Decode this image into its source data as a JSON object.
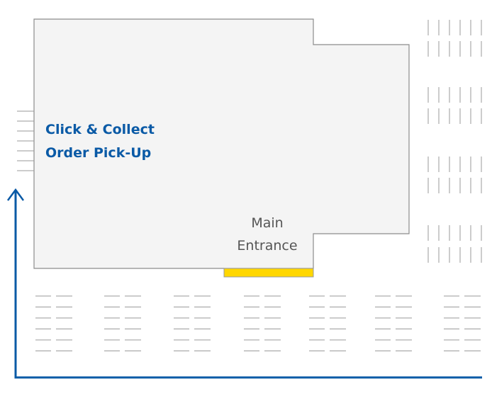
{
  "map": {
    "pickup_label": {
      "line1": "Click & Collect",
      "line2": "Order Pick-Up"
    },
    "entrance_label": {
      "line1": "Main",
      "line2": "Entrance"
    },
    "colors": {
      "building_fill": "#f4f4f4",
      "building_stroke": "#8c8c8c",
      "route": "#0a5aa6",
      "entrance_marker": "#ffd700",
      "parking_lines": "#9a9a9a"
    }
  }
}
